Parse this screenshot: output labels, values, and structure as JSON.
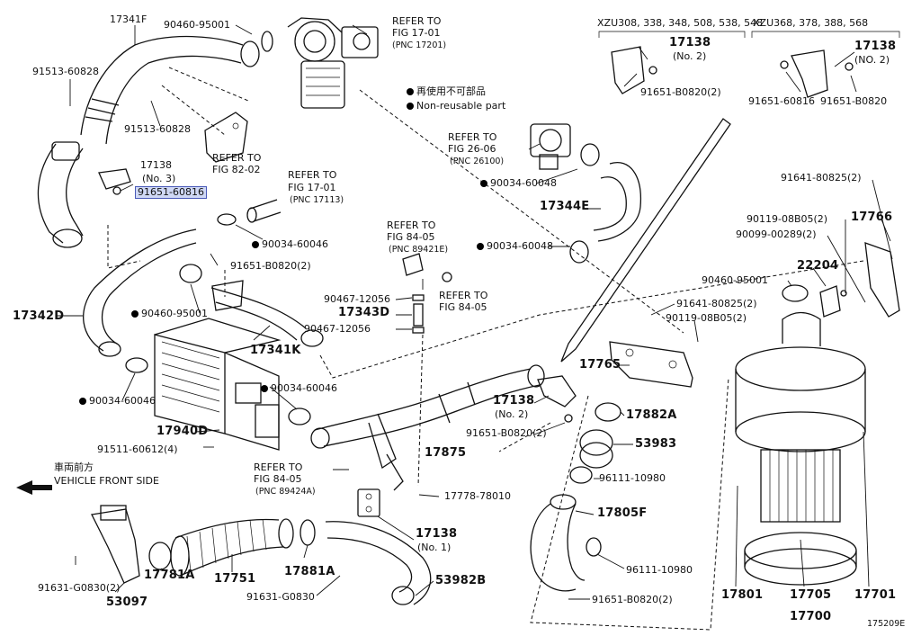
{
  "legend": {
    "reuse_jp": "再使用不可部品",
    "reuse_en": "Non-reusable part"
  },
  "variants": {
    "left": "XZU308, 338, 348, 508, 538, 548",
    "right": "XZU368, 378, 388, 568"
  },
  "front": {
    "jp": "車両前方",
    "en": "VEHICLE FRONT SIDE"
  },
  "figure_id": "175209E",
  "labels": [
    {
      "id": "l01",
      "text": "17341F",
      "cls": "big"
    },
    {
      "id": "l02",
      "text": "90460-95001",
      "cls": "dot"
    },
    {
      "id": "l03",
      "text": "REFER TO",
      "cls": ""
    },
    {
      "id": "l04",
      "text": "FIG 17-01",
      "cls": ""
    },
    {
      "id": "l05",
      "text": "(PNC 17201)",
      "cls": "sm"
    },
    {
      "id": "l06",
      "text": "91513-60828",
      "cls": ""
    },
    {
      "id": "l07",
      "text": "91513-60828",
      "cls": ""
    },
    {
      "id": "l08",
      "text": "REFER TO",
      "cls": ""
    },
    {
      "id": "l09",
      "text": "FIG 82-02",
      "cls": ""
    },
    {
      "id": "l10",
      "text": "17138",
      "cls": "big"
    },
    {
      "id": "l11",
      "text": "(No. 3)",
      "cls": ""
    },
    {
      "id": "l12",
      "text": "91651-60816",
      "cls": "hl"
    },
    {
      "id": "l13",
      "text": "REFER TO",
      "cls": ""
    },
    {
      "id": "l14",
      "text": "FIG 17-01",
      "cls": ""
    },
    {
      "id": "l15",
      "text": "(PNC 17113)",
      "cls": "sm"
    },
    {
      "id": "l16",
      "text": "90034-60046",
      "cls": "dot"
    },
    {
      "id": "l17",
      "text": "91651-B0820(2)",
      "cls": ""
    },
    {
      "id": "l18",
      "text": "17342D",
      "cls": "big"
    },
    {
      "id": "l19",
      "text": "90460-95001",
      "cls": "dot"
    },
    {
      "id": "l20",
      "text": "17341K",
      "cls": "big"
    },
    {
      "id": "l21",
      "text": "90034-60046",
      "cls": "dot"
    },
    {
      "id": "l22",
      "text": "90034-60046",
      "cls": "dot"
    },
    {
      "id": "l23",
      "text": "17940D",
      "cls": "big"
    },
    {
      "id": "l24",
      "text": "91511-60612(4)",
      "cls": ""
    },
    {
      "id": "l25",
      "text": "REFER TO",
      "cls": ""
    },
    {
      "id": "l26",
      "text": "FIG 26-06",
      "cls": ""
    },
    {
      "id": "l27",
      "text": "(PNC 26100)",
      "cls": "sm"
    },
    {
      "id": "l28",
      "text": "90034-60048",
      "cls": "dot"
    },
    {
      "id": "l29",
      "text": "17344E",
      "cls": "big"
    },
    {
      "id": "l30",
      "text": "90034-60048",
      "cls": "dot"
    },
    {
      "id": "l31",
      "text": "REFER TO",
      "cls": ""
    },
    {
      "id": "l32",
      "text": "FIG 84-05",
      "cls": ""
    },
    {
      "id": "l33",
      "text": "(PNC 89421E)",
      "cls": "sm"
    },
    {
      "id": "l34",
      "text": "90467-12056",
      "cls": ""
    },
    {
      "id": "l35",
      "text": "REFER TO",
      "cls": ""
    },
    {
      "id": "l36",
      "text": "FIG 84-05",
      "cls": ""
    },
    {
      "id": "l37",
      "text": "17343D",
      "cls": "big"
    },
    {
      "id": "l38",
      "text": "90467-12056",
      "cls": ""
    },
    {
      "id": "l39",
      "text": "17138",
      "cls": "big"
    },
    {
      "id": "l40",
      "text": "(No. 2)",
      "cls": ""
    },
    {
      "id": "l41",
      "text": "91651-B0820(2)",
      "cls": ""
    },
    {
      "id": "l42",
      "text": "17875",
      "cls": "big"
    },
    {
      "id": "l43",
      "text": "REFER TO",
      "cls": ""
    },
    {
      "id": "l44",
      "text": "FIG 84-05",
      "cls": ""
    },
    {
      "id": "l45",
      "text": "(PNC 89424A)",
      "cls": "sm"
    },
    {
      "id": "l46",
      "text": "17778-78010",
      "cls": ""
    },
    {
      "id": "l47",
      "text": "17138",
      "cls": "big"
    },
    {
      "id": "l48",
      "text": "(No. 1)",
      "cls": ""
    },
    {
      "id": "l49",
      "text": "91631-G0830(2)",
      "cls": ""
    },
    {
      "id": "l50",
      "text": "53097",
      "cls": "big"
    },
    {
      "id": "l51",
      "text": "17781A",
      "cls": "big"
    },
    {
      "id": "l52",
      "text": "17751",
      "cls": "big"
    },
    {
      "id": "l53",
      "text": "17881A",
      "cls": "big"
    },
    {
      "id": "l54",
      "text": "91631-G0830",
      "cls": ""
    },
    {
      "id": "l55",
      "text": "53982B",
      "cls": "big"
    },
    {
      "id": "l56",
      "text": "17882A",
      "cls": "big"
    },
    {
      "id": "l57",
      "text": "53983",
      "cls": "big"
    },
    {
      "id": "l58",
      "text": "96111-10980",
      "cls": ""
    },
    {
      "id": "l59",
      "text": "17805F",
      "cls": "big"
    },
    {
      "id": "l60",
      "text": "96111-10980",
      "cls": ""
    },
    {
      "id": "l61",
      "text": "91651-B0820(2)",
      "cls": ""
    },
    {
      "id": "l62",
      "text": "17765",
      "cls": "big"
    },
    {
      "id": "l63",
      "text": "91641-80825(2)",
      "cls": ""
    },
    {
      "id": "l64",
      "text": "90119-08B05(2)",
      "cls": ""
    },
    {
      "id": "l65",
      "text": "90460-95001",
      "cls": ""
    },
    {
      "id": "l66",
      "text": "22204",
      "cls": "big"
    },
    {
      "id": "l67",
      "text": "90119-08B05(2)",
      "cls": ""
    },
    {
      "id": "l68",
      "text": "90099-00289(2)",
      "cls": ""
    },
    {
      "id": "l69",
      "text": "17766",
      "cls": "big"
    },
    {
      "id": "l70",
      "text": "91641-80825(2)",
      "cls": ""
    },
    {
      "id": "l71",
      "text": "17801",
      "cls": "big"
    },
    {
      "id": "l72",
      "text": "17705",
      "cls": "big"
    },
    {
      "id": "l73",
      "text": "17701",
      "cls": "big"
    },
    {
      "id": "l74",
      "text": "17700",
      "cls": "big"
    },
    {
      "id": "l75",
      "text": "17138",
      "cls": "big"
    },
    {
      "id": "l76",
      "text": "(No. 2)",
      "cls": ""
    },
    {
      "id": "l77",
      "text": "91651-B0820(2)",
      "cls": ""
    },
    {
      "id": "l78",
      "text": "17138",
      "cls": "big"
    },
    {
      "id": "l79",
      "text": "(NO. 2)",
      "cls": ""
    },
    {
      "id": "l80",
      "text": "91651-60816",
      "cls": ""
    },
    {
      "id": "l81",
      "text": "91651-B0820",
      "cls": ""
    }
  ]
}
